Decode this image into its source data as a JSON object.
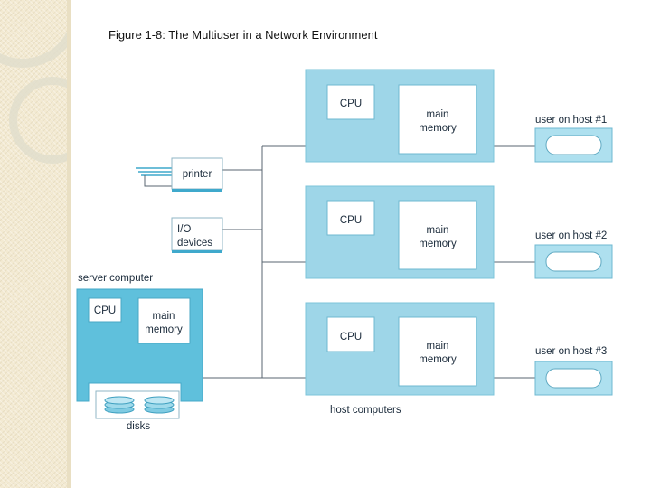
{
  "title": "Figure 1-8: The Multiuser in a Network Environment",
  "server": {
    "caption": "server computer",
    "cpu": "CPU",
    "memory_line1": "main",
    "memory_line2": "memory",
    "disks_label": "disks"
  },
  "peripherals": {
    "printer": "printer",
    "io_line1": "I/O",
    "io_line2": "devices"
  },
  "hosts": [
    {
      "cpu": "CPU",
      "memory_line1": "main",
      "memory_line2": "memory",
      "user": "user on host #1"
    },
    {
      "cpu": "CPU",
      "memory_line1": "main",
      "memory_line2": "memory",
      "user": "user on host #2"
    },
    {
      "cpu": "CPU",
      "memory_line1": "main",
      "memory_line2": "memory",
      "user": "user on host #3"
    }
  ],
  "hosts_caption": "host computers",
  "colors": {
    "host_fill": "#9ed6e8",
    "server_fill": "#5fc0dc",
    "terminal_fill": "#aee0ef",
    "line": "#5a6670",
    "sidebar": "#f3ead2"
  }
}
